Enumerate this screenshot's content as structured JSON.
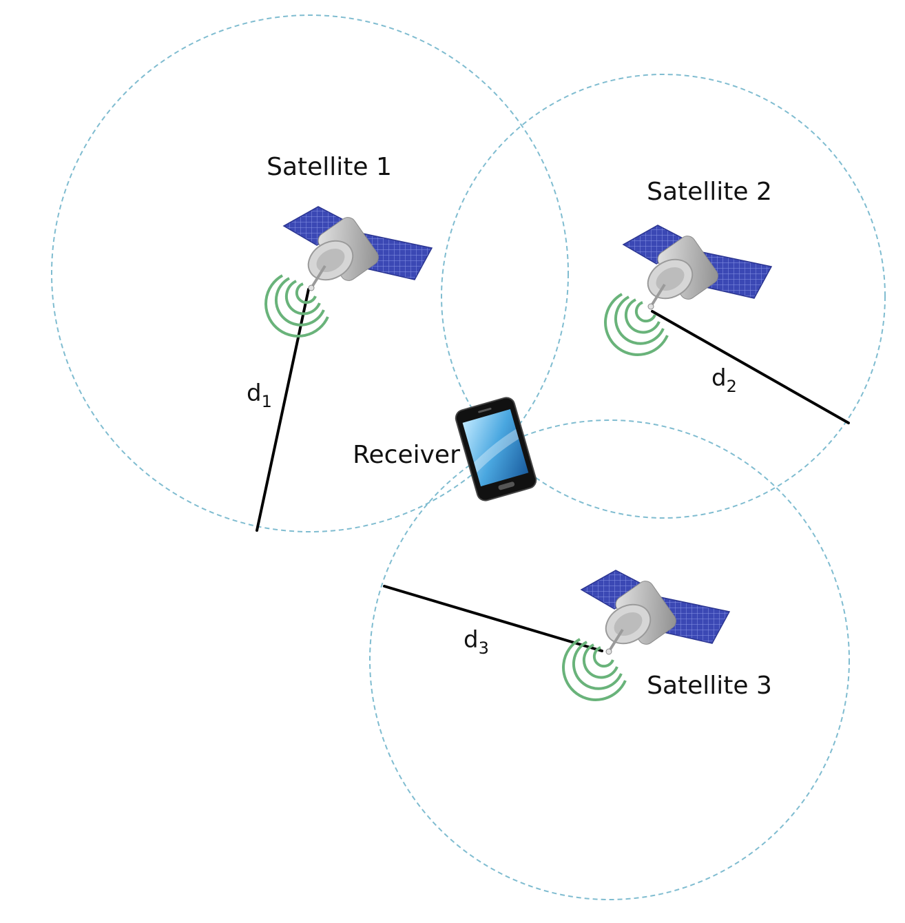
{
  "satellites": [
    {
      "label": "Satellite 1",
      "distance_label": "d",
      "distance_sub": "1"
    },
    {
      "label": "Satellite 2",
      "distance_label": "d",
      "distance_sub": "2"
    },
    {
      "label": "Satellite 3",
      "distance_label": "d",
      "distance_sub": "3"
    }
  ],
  "receiver": {
    "label": "Receiver"
  },
  "icons": {
    "satellite": "satellite-icon",
    "receiver": "smartphone-icon",
    "signal": "signal-waves-icon"
  },
  "colors": {
    "range_circle": "#7fbcd0",
    "distance_line": "#000000",
    "solar_panel": "#3c4ab0",
    "satellite_body": "#b9b9b9",
    "signal_waves": "#69b37a"
  }
}
